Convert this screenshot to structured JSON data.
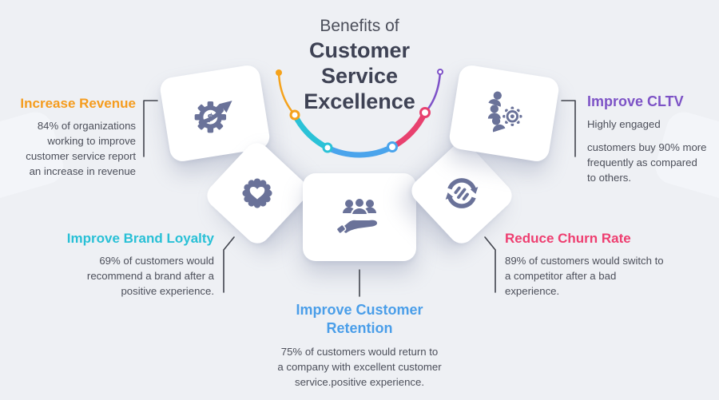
{
  "background_color": "#eef0f4",
  "title_color": "#3e4254",
  "title_prefix_color": "#4b4e5a",
  "text_color": "#4c4f5a",
  "connector_color": "#42454e",
  "icon_color": "#6a7299",
  "arc_colors": {
    "orange": "#f5a21b",
    "cyan": "#2bc2d7",
    "blue": "#4aa4ec",
    "pink": "#e8416f",
    "purple": "#7e52c8"
  },
  "title": {
    "prefix": "Benefits of",
    "lines": [
      "Customer",
      "Service",
      "Excellence"
    ]
  },
  "benefits": [
    {
      "name": "increase-revenue",
      "label": "Increase Revenue",
      "accent": "#f59c1e",
      "stat": "84%",
      "icon": "gear-dollar-arrow-icon",
      "lines": [
        "84% of organizations",
        "working to improve",
        "customer service report",
        "an increase in revenue"
      ]
    },
    {
      "name": "improve-brand-loyalty",
      "label": "Improve Brand Loyalty",
      "accent": "#29c0d6",
      "stat": "69%",
      "icon": "badge-heart-icon",
      "lines": [
        "69% of customers would",
        "recommend a brand after a",
        "positive experience."
      ]
    },
    {
      "name": "improve-customer-retention",
      "label": "Improve Customer Retention",
      "accent": "#4a9ee9",
      "stat": "75%",
      "icon": "hand-people-icon",
      "lines": [
        "75% of customers would return to",
        "a company with excellent customer",
        "service.positive experience."
      ]
    },
    {
      "name": "reduce-churn-rate",
      "label": "Reduce Churn Rate",
      "accent": "#ee3e70",
      "stat": "89%",
      "icon": "cycle-arrows-icon",
      "lines": [
        "89% of customers would switch to",
        "a competitor after a bad",
        "experience."
      ]
    },
    {
      "name": "improve-cltv",
      "label": "Improve CLTV",
      "accent": "#7d53c6",
      "stat": "90%",
      "icon": "people-gear-icon",
      "lines": [
        "Highly engaged"
      ],
      "lines2": [
        "customers buy 90% more",
        "frequently as compared",
        "to others."
      ]
    }
  ]
}
